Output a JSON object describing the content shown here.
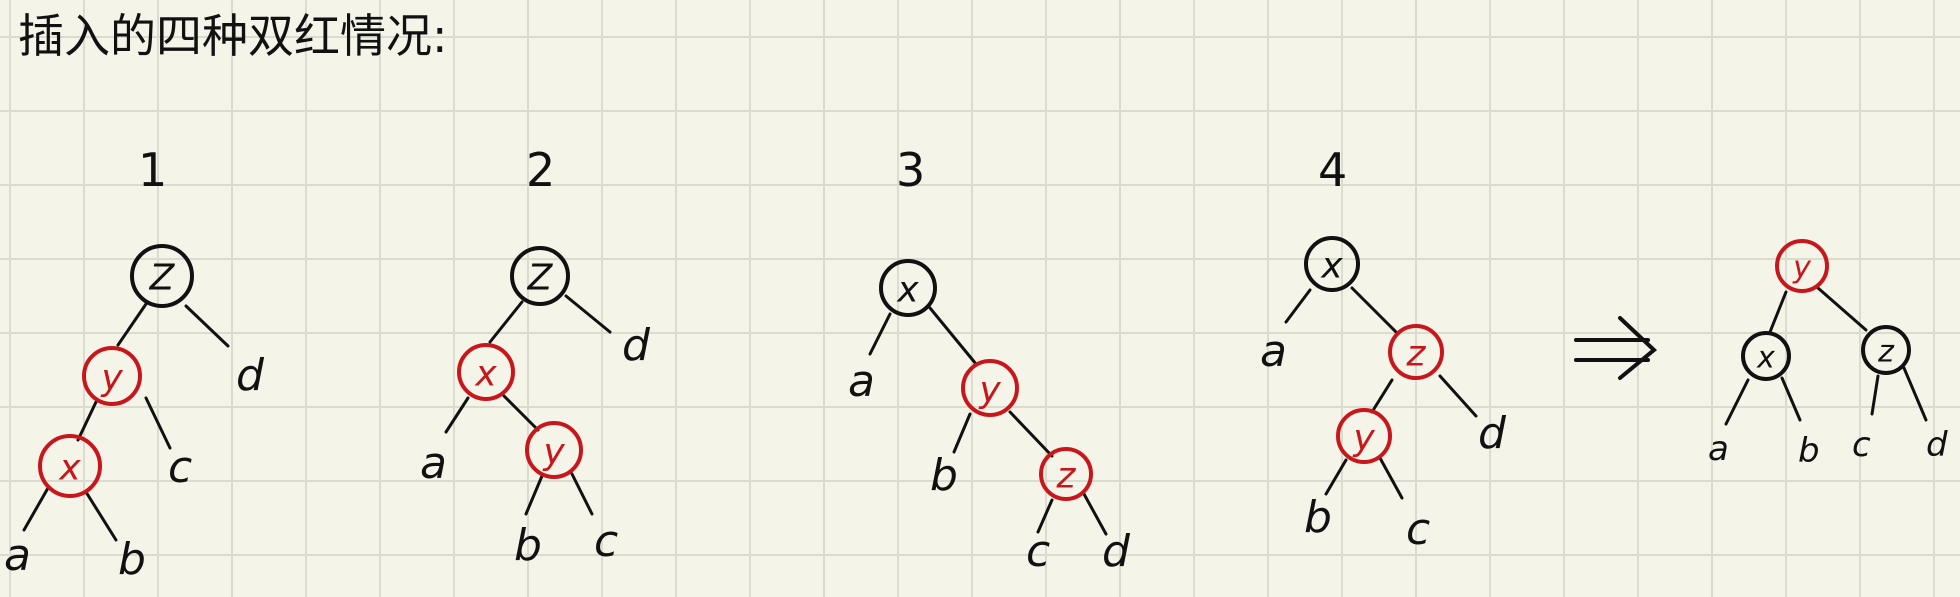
{
  "title": "插入的四种双红情况:",
  "cases": [
    {
      "number": "1",
      "nodes": [
        {
          "id": "z",
          "label": "Z",
          "color": "black"
        },
        {
          "id": "y",
          "label": "y",
          "color": "red"
        },
        {
          "id": "x",
          "label": "x",
          "color": "red"
        }
      ],
      "leaves": [
        {
          "id": "d",
          "label": "d"
        },
        {
          "id": "c",
          "label": "c"
        },
        {
          "id": "a",
          "label": "a"
        },
        {
          "id": "b",
          "label": "b"
        }
      ]
    },
    {
      "number": "2",
      "nodes": [
        {
          "id": "z",
          "label": "Z",
          "color": "black"
        },
        {
          "id": "x",
          "label": "x",
          "color": "red"
        },
        {
          "id": "y",
          "label": "y",
          "color": "red"
        }
      ],
      "leaves": [
        {
          "id": "d",
          "label": "d"
        },
        {
          "id": "a",
          "label": "a"
        },
        {
          "id": "b",
          "label": "b"
        },
        {
          "id": "c",
          "label": "c"
        }
      ]
    },
    {
      "number": "3",
      "nodes": [
        {
          "id": "x",
          "label": "x",
          "color": "black"
        },
        {
          "id": "y",
          "label": "y",
          "color": "red"
        },
        {
          "id": "z",
          "label": "z",
          "color": "red"
        }
      ],
      "leaves": [
        {
          "id": "a",
          "label": "a"
        },
        {
          "id": "b",
          "label": "b"
        },
        {
          "id": "c",
          "label": "c"
        },
        {
          "id": "d",
          "label": "d"
        }
      ]
    },
    {
      "number": "4",
      "nodes": [
        {
          "id": "x",
          "label": "x",
          "color": "black"
        },
        {
          "id": "z",
          "label": "z",
          "color": "red"
        },
        {
          "id": "y",
          "label": "y",
          "color": "red"
        }
      ],
      "leaves": [
        {
          "id": "a",
          "label": "a"
        },
        {
          "id": "d",
          "label": "d"
        },
        {
          "id": "b",
          "label": "b"
        },
        {
          "id": "c",
          "label": "c"
        }
      ]
    }
  ],
  "arrow": "⇒",
  "result": {
    "nodes": [
      {
        "id": "y",
        "label": "y",
        "color": "red"
      },
      {
        "id": "x",
        "label": "x",
        "color": "black"
      },
      {
        "id": "z",
        "label": "z",
        "color": "black"
      }
    ],
    "leaves": [
      {
        "id": "a",
        "label": "a"
      },
      {
        "id": "b",
        "label": "b"
      },
      {
        "id": "c",
        "label": "c"
      },
      {
        "id": "d",
        "label": "d"
      }
    ]
  },
  "colors": {
    "red_node": "#c8171c",
    "black_node": "#111111",
    "background": "#f4f4e8",
    "grid": "#d9dccf"
  }
}
